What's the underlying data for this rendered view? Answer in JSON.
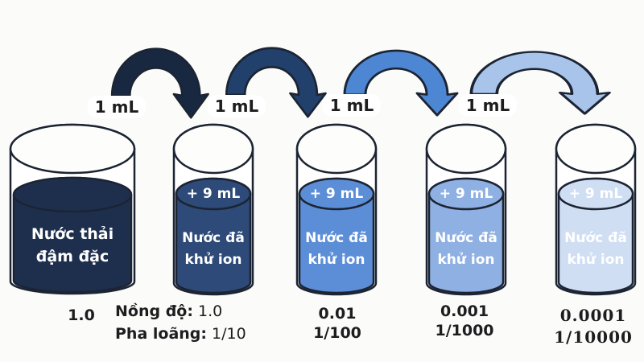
{
  "colors": {
    "background": "#fbfcfa",
    "outline": "#1c2433",
    "text_dark": "#1d1d1f",
    "text_light": "#ffffff"
  },
  "transfers": [
    {
      "label": "1 mL",
      "arrow_color": "#182841"
    },
    {
      "label": "1 mL",
      "arrow_color": "#21406b"
    },
    {
      "label": "1 mL",
      "arrow_color": "#4d86d3"
    },
    {
      "label": "1 mL",
      "arrow_color": "#a9c4ea"
    }
  ],
  "containers": [
    {
      "name_line1": "Nước thải",
      "name_line2": "đậm đặc",
      "liquid_color": "#1e2f4e"
    },
    {
      "add_label": "+ 9 mL",
      "name_line1": "Nước đã",
      "name_line2": "khử ion",
      "liquid_color": "#2d4a78"
    },
    {
      "add_label": "+ 9 mL",
      "name_line1": "Nước đã",
      "name_line2": "khử ion",
      "liquid_color": "#5c8ed8"
    },
    {
      "add_label": "+ 9 mL",
      "name_line1": "Nước đã",
      "name_line2": "khử ion",
      "liquid_color": "#8fb0e2"
    },
    {
      "add_label": "+ 9 mL",
      "name_line1": "Nước đã",
      "name_line2": "khử ion",
      "liquid_color": "#cfdef3"
    }
  ],
  "legend": {
    "concentration_label": "Nồng độ:",
    "concentration_value": "1.0",
    "dilution_label": "Pha loãng:",
    "dilution_value": "1/10"
  },
  "readings": {
    "r1": {
      "concentration": "1.0"
    },
    "r3": {
      "concentration": "0.01",
      "dilution": "1/100"
    },
    "r4": {
      "concentration": "0.001",
      "dilution": "1/1000"
    },
    "r5": {
      "concentration": "0.0001",
      "dilution": "1/10000"
    }
  }
}
